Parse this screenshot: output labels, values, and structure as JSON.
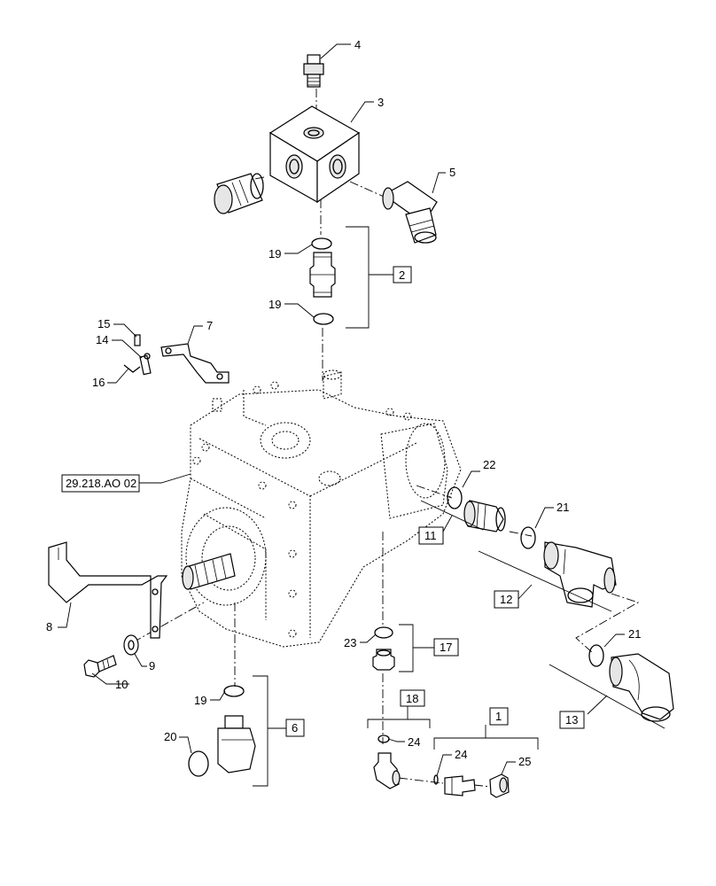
{
  "callouts": {
    "c1": "1",
    "c2": "2",
    "c3": "3",
    "c4": "4",
    "c5": "5",
    "c6": "6",
    "c7": "7",
    "c8": "8",
    "c9": "9",
    "c10": "10",
    "c11": "11",
    "c12": "12",
    "c13": "13",
    "c14": "14",
    "c15": "15",
    "c16": "16",
    "c17": "17",
    "c18": "18",
    "c19a": "19",
    "c19b": "19",
    "c19c": "19",
    "c20": "20",
    "c21a": "21",
    "c21b": "21",
    "c22": "22",
    "c23": "23",
    "c24a": "24",
    "c24b": "24",
    "c25": "25"
  },
  "reference": "29.218.AO 02"
}
